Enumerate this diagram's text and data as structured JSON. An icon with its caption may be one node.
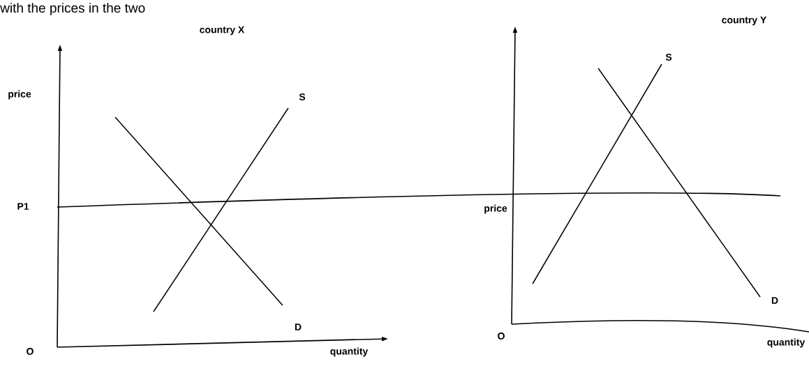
{
  "diagram": {
    "labels": [
      "with the prices in the two",
      "country X",
      "country Y",
      "S",
      "price",
      "S",
      "P1",
      "price",
      "D",
      "D",
      "O",
      "quantity",
      "O",
      "quantity"
    ]
  }
}
